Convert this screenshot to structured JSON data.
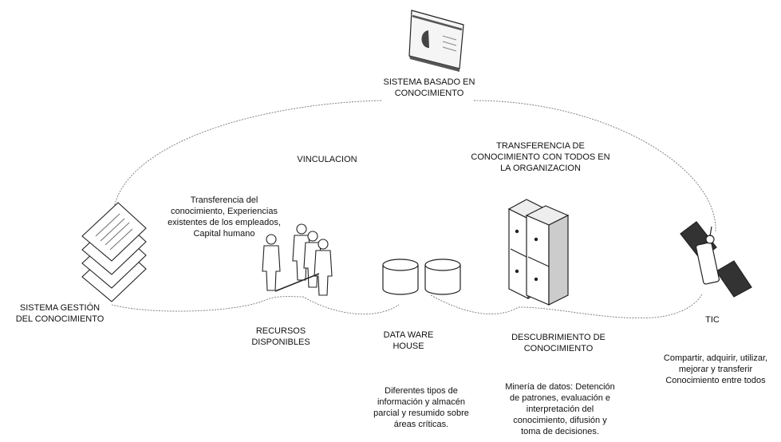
{
  "nodes": {
    "sistema_basado": {
      "lines": [
        "SISTEMA BASADO EN",
        "CONOCIMIENTO"
      ],
      "icon": "webpage-icon"
    },
    "vinculacion": {
      "text": "VINCULACION"
    },
    "transferencia_org": {
      "lines": [
        "TRANSFERENCIA DE",
        "CONOCIMIENTO CON TODOS EN",
        "LA ORGANIZACION"
      ]
    },
    "transferencia_conocimiento": {
      "lines": [
        "Transferencia del",
        "conocimiento, Experiencias",
        "existentes de los empleados,",
        "Capital humano"
      ]
    },
    "sistema_gestion": {
      "lines": [
        "SISTEMA GESTIÓN",
        "DEL CONOCIMIENTO"
      ],
      "icon": "documents-icon"
    },
    "recursos": {
      "lines": [
        "RECURSOS",
        "DISPONIBLES"
      ],
      "icon": "people-icon"
    },
    "data_warehouse": {
      "lines": [
        "DATA WARE",
        "HOUSE"
      ],
      "icon": "database-icon",
      "description": [
        "Diferentes tipos de",
        "información y almacén",
        "parcial y resumido sobre",
        "áreas críticas."
      ]
    },
    "descubrimiento": {
      "lines": [
        "DESCUBRIMIENTO DE",
        "CONOCIMIENTO"
      ],
      "icon": "servers-icon",
      "description": [
        "Minería de datos: Detención",
        "de patrones, evaluación e",
        "interpretación del",
        "conocimiento, difusión y",
        "toma de decisiones."
      ]
    },
    "tic": {
      "text": "TIC",
      "icon": "satellite-icon",
      "description": [
        "Compartir, adquirir, utilizar,",
        "mejorar   y transferir",
        "Conocimiento entre todos"
      ]
    }
  }
}
